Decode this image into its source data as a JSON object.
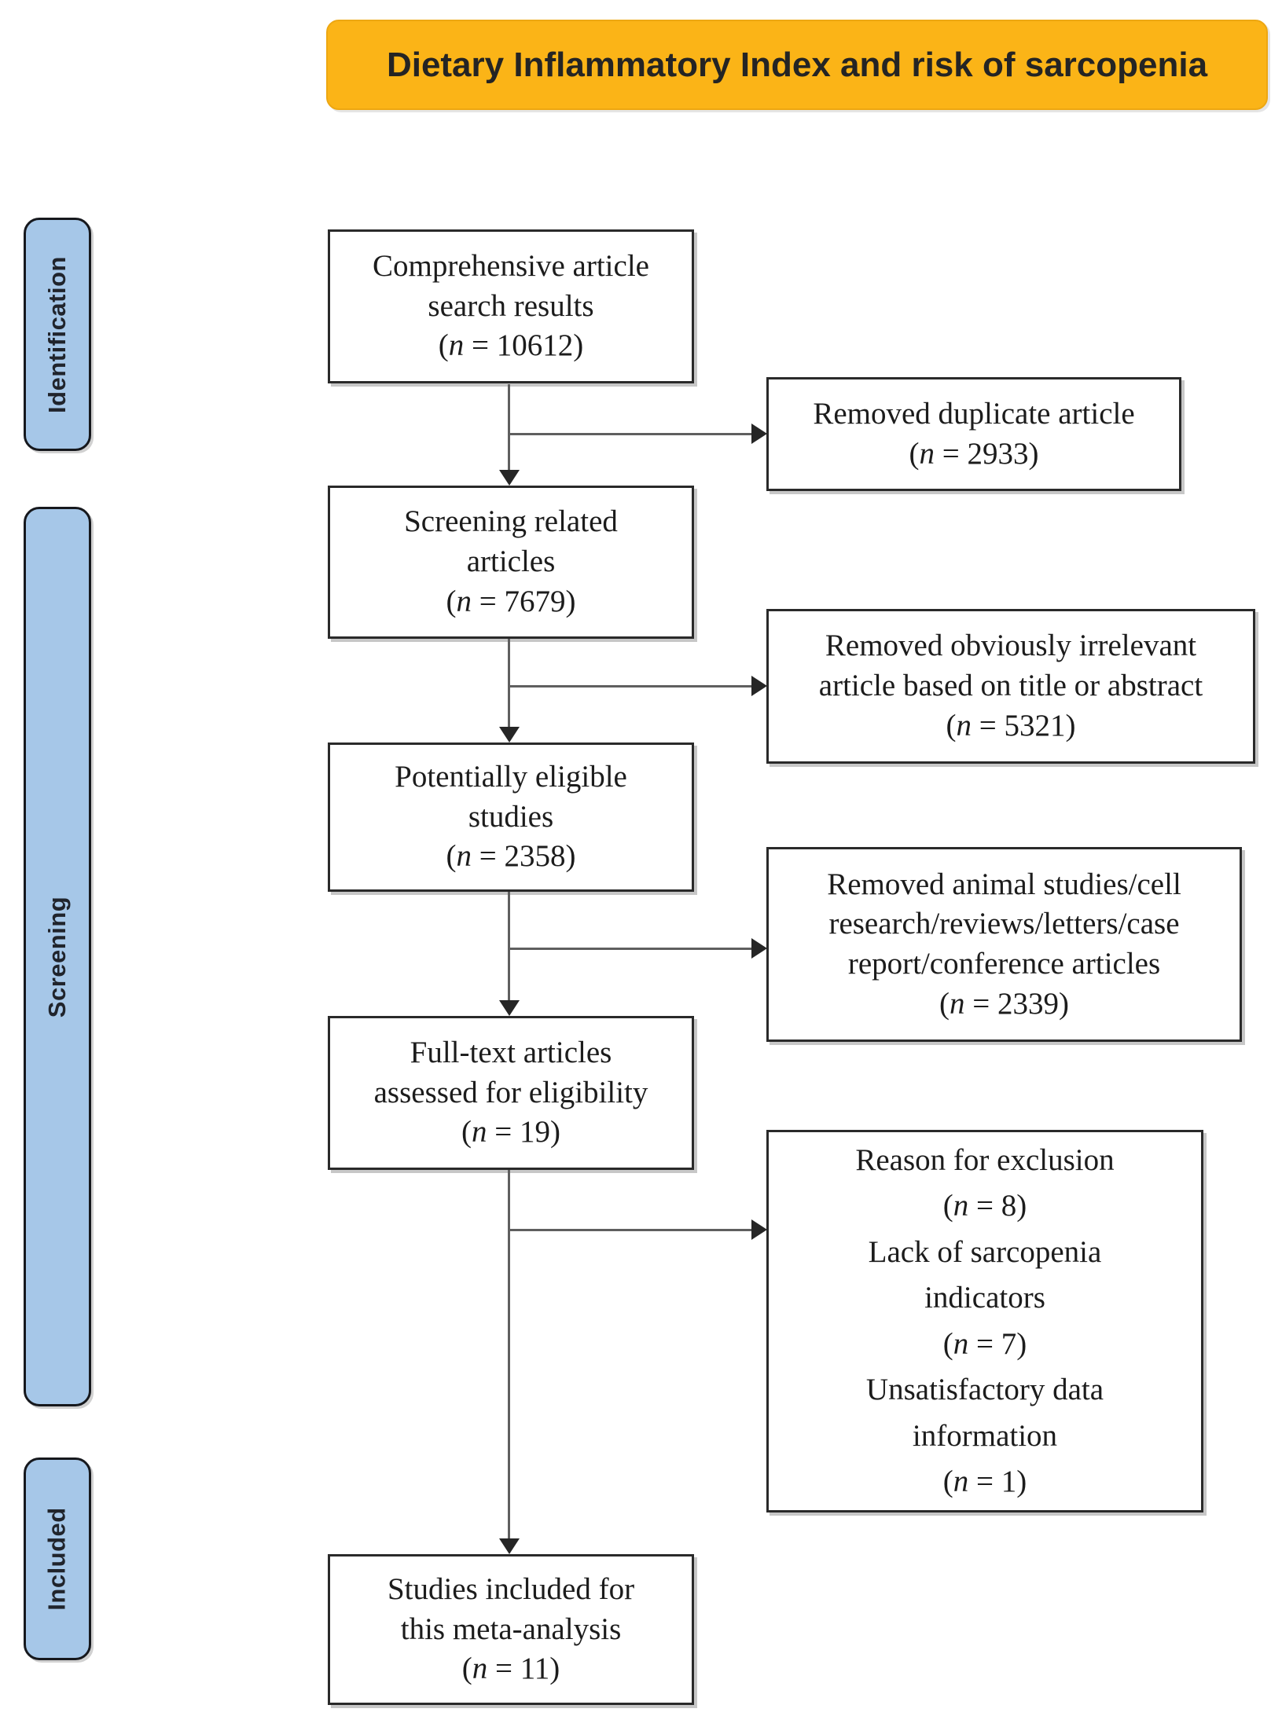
{
  "title": "Dietary Inflammatory Index and risk of sarcopenia",
  "stages": [
    {
      "label": "Identification"
    },
    {
      "label": "Screening"
    },
    {
      "label": "Included"
    }
  ],
  "flow_boxes": [
    {
      "lines": [
        "Comprehensive article",
        "search results",
        "(n = 10612)"
      ]
    },
    {
      "lines": [
        "Screening related",
        "articles",
        "(n = 7679)"
      ]
    },
    {
      "lines": [
        "Potentially eligible",
        "studies",
        "(n = 2358)"
      ]
    },
    {
      "lines": [
        "Full-text articles",
        "assessed for eligibility",
        "(n = 19)"
      ]
    },
    {
      "lines": [
        "Studies included for",
        "this meta-analysis",
        "(n = 11)"
      ]
    }
  ],
  "exclusion_boxes": [
    {
      "lines": [
        "Removed duplicate article",
        "(n = 2933)"
      ]
    },
    {
      "lines": [
        "Removed obviously irrelevant",
        "article based on title or abstract",
        "(n = 5321)"
      ]
    },
    {
      "lines": [
        "Removed animal studies/cell",
        "research/reviews/letters/case",
        "report/conference articles",
        "(n = 2339)"
      ]
    },
    {
      "lines": [
        "Reason for exclusion",
        "(n = 8)",
        "Lack of sarcopenia",
        "indicators",
        "(n = 7)",
        "Unsatisfactory data",
        "information",
        "(n = 1)"
      ]
    }
  ],
  "colors": {
    "title_bg": "#FBB417",
    "title_border": "#EDA712",
    "title_text": "#242424",
    "stage_bg": "#A6C7E8",
    "stage_border": "#16181D",
    "stage_text": "#20242C",
    "box_bg": "#FFFFFF",
    "box_border": "#2A2A2A",
    "box_text": "#1C1C1C",
    "arrow_line": "#5F5F5F",
    "arrow_head": "#262626"
  }
}
